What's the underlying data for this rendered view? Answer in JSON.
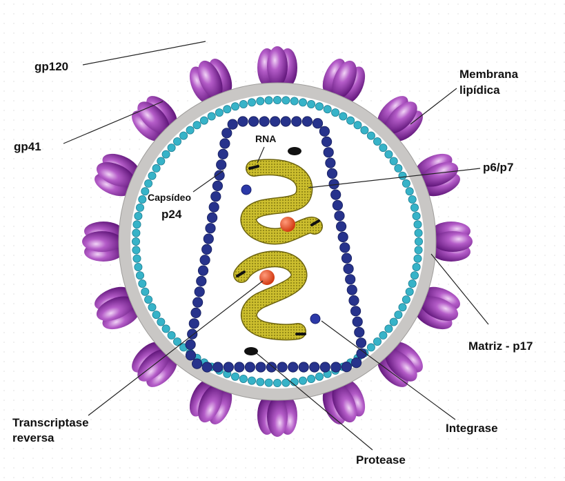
{
  "labels": {
    "gp120": "gp120",
    "gp41": "gp41",
    "membrana_line1": "Membrana",
    "membrana_line2": "lipídica",
    "rna": "RNA",
    "p6p7": "p6/p7",
    "capsideo_line1": "Capsídeo",
    "capsideo_line2": "p24",
    "matriz": "Matriz - p17",
    "transcriptase_line1": "Transcriptase",
    "transcriptase_line2": "reversa",
    "integrase": "Integrase",
    "protease": "Protease"
  },
  "colors": {
    "membrane": "#c8c6c4",
    "matrix_beads": "#37b3c8",
    "capsid_beads": "#27338c",
    "glycoprotein_head": "#8a34a6",
    "glycoprotein_stem": "#1f8a5e",
    "rna_strand": "#c9bb2c",
    "reverse_transcriptase": "#e2451f",
    "integrase": "#2c39a8",
    "protease": "#111111"
  }
}
